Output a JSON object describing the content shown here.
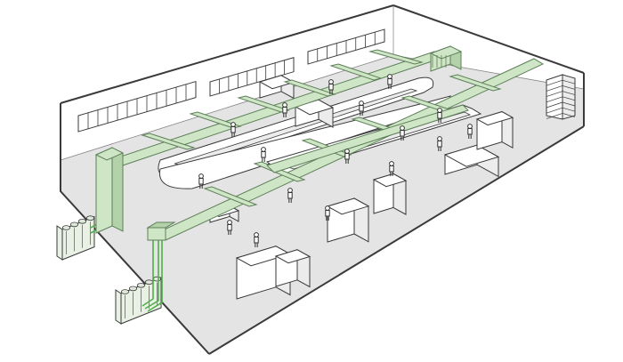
{
  "diagram": {
    "colors": {
      "background": "#ffffff",
      "outline": "#3a3a3a",
      "floor": "#e4e4e4",
      "wall": "#ffffff",
      "window_fill": "#ffffff",
      "duct_fill": "#cfe6c6",
      "duct_stroke": "#5d7f58",
      "duct_shadow": "#b4d2aa",
      "pipe": "#4fb04a",
      "equipment_fill": "#ffffff",
      "equipment_side": "#ececec",
      "chiller_fill": "#e9f1e5",
      "worker": "#333333"
    },
    "components": {
      "building": "building-shell",
      "floor": "factory-floor",
      "windows": "clerestory-window-row",
      "ducts": "hvac-supply-duct",
      "air_handlers": "air-handling-unit",
      "chillers": "outdoor-chiller-unit",
      "pipes": "coolant-pipe",
      "machines": "production-machine",
      "conveyor": "assembly-conveyor-line",
      "workers": "worker-figure",
      "shelving": "storage-rack"
    }
  }
}
